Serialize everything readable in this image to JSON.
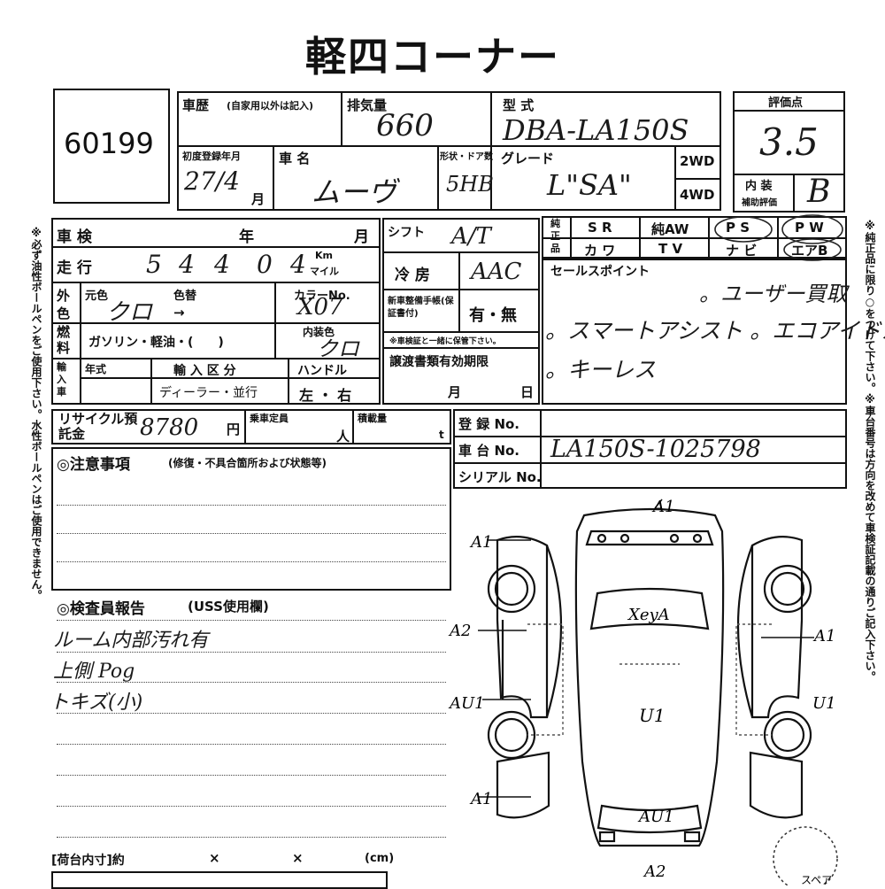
{
  "title": "軽四コーナー",
  "lot_number": "60199",
  "history": {
    "label": "車歴",
    "note": "(自家用以外は記入)"
  },
  "displacement": {
    "label": "排気量",
    "value": "660"
  },
  "model": {
    "label": "型 式",
    "value": "DBA-LA150S"
  },
  "score": {
    "label": "評価点",
    "value": "3.5"
  },
  "first_reg": {
    "label": "初度登録年月",
    "value": "27/4",
    "month_unit": "月"
  },
  "car_name": {
    "label": "車 名",
    "value": "ムーヴ"
  },
  "shape_doors": {
    "label": "形状・ドア数",
    "value": "5HB"
  },
  "grade": {
    "label": "グレード",
    "value": "L\"SA\""
  },
  "drive": {
    "two": "2WD",
    "four": "4WD"
  },
  "interior": {
    "label": "内 装",
    "sub": "補助評価",
    "value": "B"
  },
  "inspection": {
    "label": "車 検",
    "year": "年",
    "month": "月"
  },
  "mileage": {
    "label": "走 行",
    "digits": [
      "5",
      "4",
      "4",
      "0",
      "4"
    ],
    "unit_km": "Km",
    "unit_mile": "マイル"
  },
  "shift": {
    "label": "シフト",
    "value": "A/T"
  },
  "ac": {
    "label": "冷 房",
    "value": "AAC"
  },
  "options": {
    "label": "純正品",
    "items": [
      "S R",
      "純AW",
      "P S",
      "P W",
      "カ ワ",
      "T V",
      "ナ ビ",
      "エアB"
    ]
  },
  "color": {
    "label": "外色",
    "original": "元色",
    "original_value": "クロ",
    "change": "色替",
    "arrow": "→",
    "code_label": "カラーNo.",
    "code_value": "X07"
  },
  "manual": {
    "label": "新車整備手帳(保証書付)",
    "value": "有・無",
    "note": "※車検証と一緒に保管下さい。"
  },
  "fuel": {
    "label": "燃料",
    "value": "ガソリン・軽油・(　　)"
  },
  "interior_color": {
    "label": "内装色",
    "value": "クロ"
  },
  "sales_points": {
    "label": "セールスポイント",
    "lines": [
      "。ユーザー買取",
      "。スマートアシスト 。エコアイドル",
      "。キーレス"
    ]
  },
  "import": {
    "label": "輸入車",
    "year": "年式",
    "class_label": "輸 入 区 分",
    "class_value": "ディーラー・並行",
    "handle_label": "ハンドル",
    "handle_value": "左 ・ 右"
  },
  "transfer": {
    "label": "譲渡書類有効期限",
    "month": "月",
    "day": "日"
  },
  "recycle": {
    "label": "リサイクル預託金",
    "value": "8780",
    "unit": "円"
  },
  "capacity": {
    "label": "乗車定員",
    "unit": "人"
  },
  "load": {
    "label": "積載量",
    "unit": "t"
  },
  "registration": {
    "label": "登 録 No.",
    "value": ""
  },
  "chassis": {
    "label": "車 台 No.",
    "value": "LA150S-1025798"
  },
  "serial": {
    "label": "シリアル No.",
    "value": ""
  },
  "notes": {
    "label": "◎注意事項",
    "sub": "(修復・不具合箇所および状態等)"
  },
  "report": {
    "label": "◎検査員報告",
    "sub": "(USS使用欄)",
    "lines": [
      "ルーム内部汚れ有",
      "上側 Pog",
      "トキズ(小)"
    ]
  },
  "cargo": {
    "label": "[荷台内寸]約",
    "x": "×",
    "unit": "(cm)"
  },
  "side_note_left": "※必ず油性ボールペンをご使用下さい。水性ボールペンはご使用できません。",
  "side_note_right": "※純正品に限り○をつけて下さい。※車台番号は方向を改めて車検証記載の通りご記入下さい。",
  "diagram_marks": [
    "A1",
    "A1",
    "A2",
    "A1",
    "AU1",
    "U1",
    "U1",
    "A1",
    "AU1",
    "A2",
    "スペア"
  ],
  "windshield_mark": "XeyA"
}
